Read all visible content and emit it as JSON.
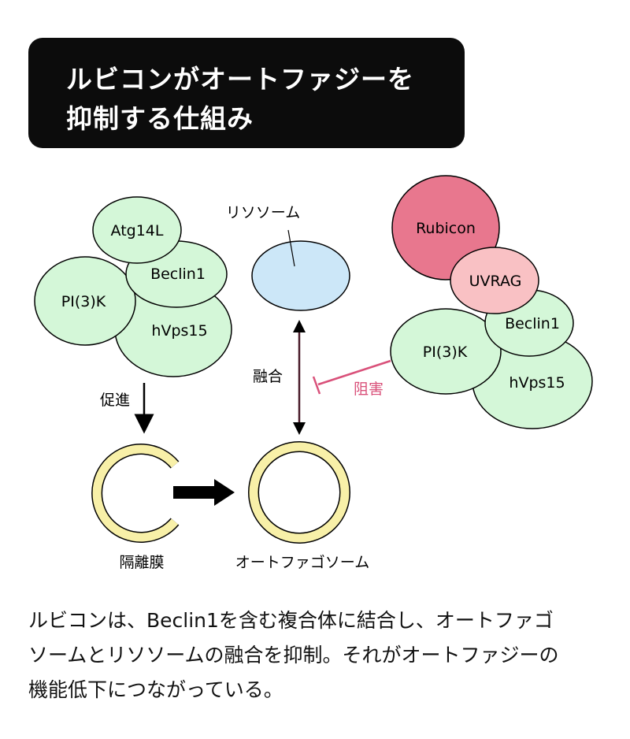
{
  "title": {
    "line1": "ルビコンがオートファジーを",
    "line2": "抑制する仕組み"
  },
  "left_complex": {
    "atg14l": "Atg14L",
    "beclin1": "Beclin1",
    "pi3k": "PI(3)K",
    "hvps15": "hVps15"
  },
  "right_complex": {
    "rubicon": "Rubicon",
    "uvrag": "UVRAG",
    "beclin1": "Beclin1",
    "pi3k": "PI(3)K",
    "hvps15": "hVps15"
  },
  "labels": {
    "lysosome": "リソソーム",
    "promote": "促進",
    "fusion": "融合",
    "inhibit": "阻害",
    "isolation_membrane": "隔離膜",
    "autophagosome": "オートファゴソーム"
  },
  "caption": {
    "line1": "ルビコンは、Beclin1を含む複合体に結合し、オートファゴ",
    "line2": "ソームとリソソームの融合を抑制。それがオートファジーの",
    "line3": "機能低下につながっている。"
  },
  "colors": {
    "green": "#d4f7d8",
    "lysosome_blue": "#cce7f8",
    "rubicon_pink": "#e8778e",
    "uvrag_pink": "#f9c1c4",
    "membrane_yellow": "#f8f0a8",
    "inhibit_pink": "#d9517a",
    "fusion_arrow": "#4a1c2a"
  }
}
